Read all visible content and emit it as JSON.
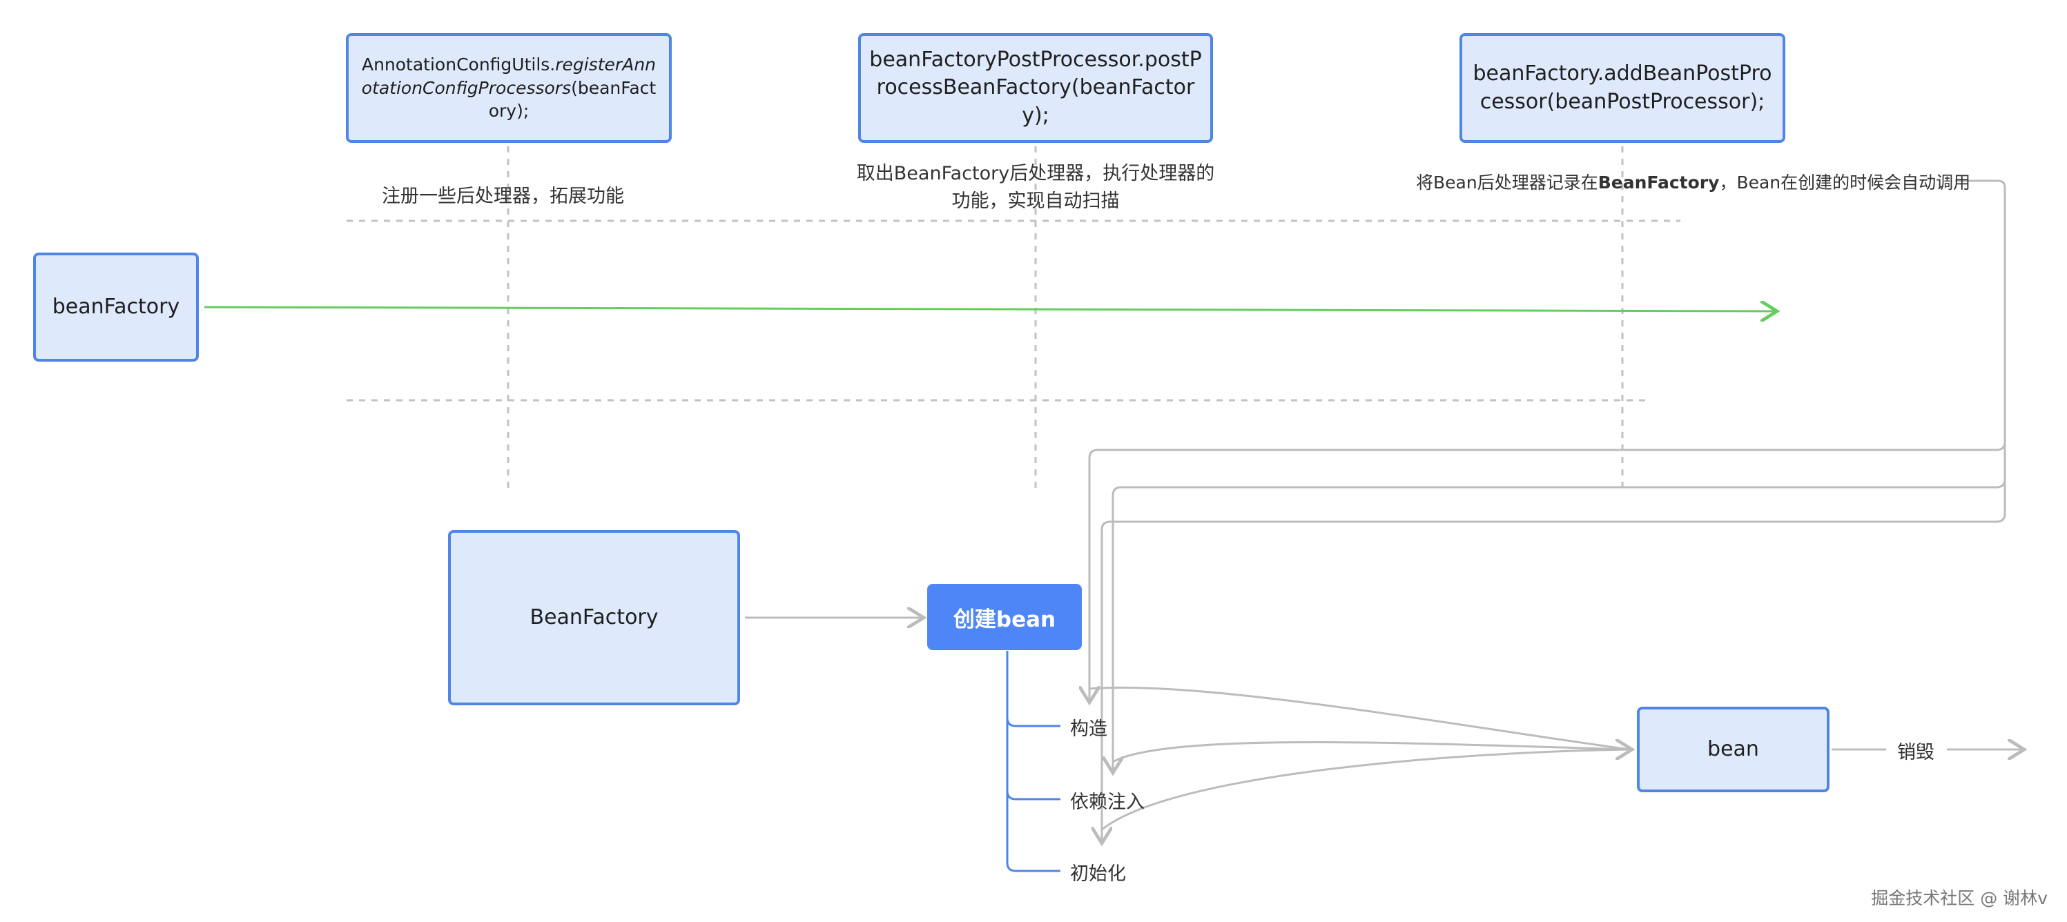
{
  "colors": {
    "box_fill": "#dfe9fc",
    "box_border": "#4f86e6",
    "create_fill": "#4f86f7",
    "flow_arrow": "#66cc5f",
    "gray_line": "#bcbcbc",
    "dashed_line": "#c2c2c2",
    "bracket_line": "#4f86e6"
  },
  "boxes": {
    "register": {
      "prefix": "AnnotationConfigUtils.",
      "italic": "registerAnnotationConfigProcessors",
      "suffix": "(beanFactory);"
    },
    "post_process": "beanFactoryPostProcessor.postProcessBeanFactory(beanFactory);",
    "add_processor": "beanFactory.addBeanPostProcessor(beanPostProcessor);",
    "bean_factory_small": "beanFactory",
    "bean_factory_large": "BeanFactory",
    "create_bean": "创建bean",
    "bean": "bean"
  },
  "labels": {
    "register_desc": "注册一些后处理器，拓展功能",
    "post_process_desc": {
      "line1": "取出BeanFactory后处理器，执行处理器的",
      "line2": "功能，实现自动扫描"
    },
    "add_processor_desc": {
      "part1": "将Bean后处理器记录在",
      "part2_bold": "BeanFactory",
      "part3": "，Bean在创建的时候会自动调用"
    }
  },
  "steps": {
    "construct": "构造",
    "inject": "依赖注入",
    "init": "初始化",
    "destroy": "销毁"
  },
  "watermark": "掘金技术社区 @ 谢林v"
}
